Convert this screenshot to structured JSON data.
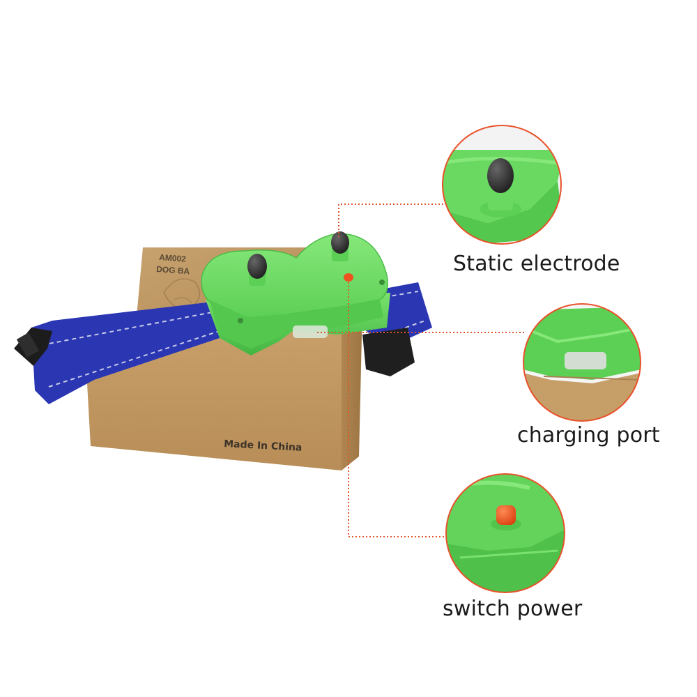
{
  "box": {
    "model_text": "AM002",
    "product_text": "DOG BA",
    "origin_text": "Made In China"
  },
  "callouts": [
    {
      "id": "static-electrode",
      "label": "Static electrode"
    },
    {
      "id": "charging-port",
      "label": "charging port"
    },
    {
      "id": "switch-power",
      "label": "switch power"
    }
  ],
  "colors": {
    "cardboard": "#c39a63",
    "collar_green": "#5fd35a",
    "strap_blue": "#2a35b0",
    "electrode": "#2b2b2b",
    "switch_orange": "#f0511e",
    "callout_ring": "#e8522a",
    "leader_line": "#e0552a"
  }
}
